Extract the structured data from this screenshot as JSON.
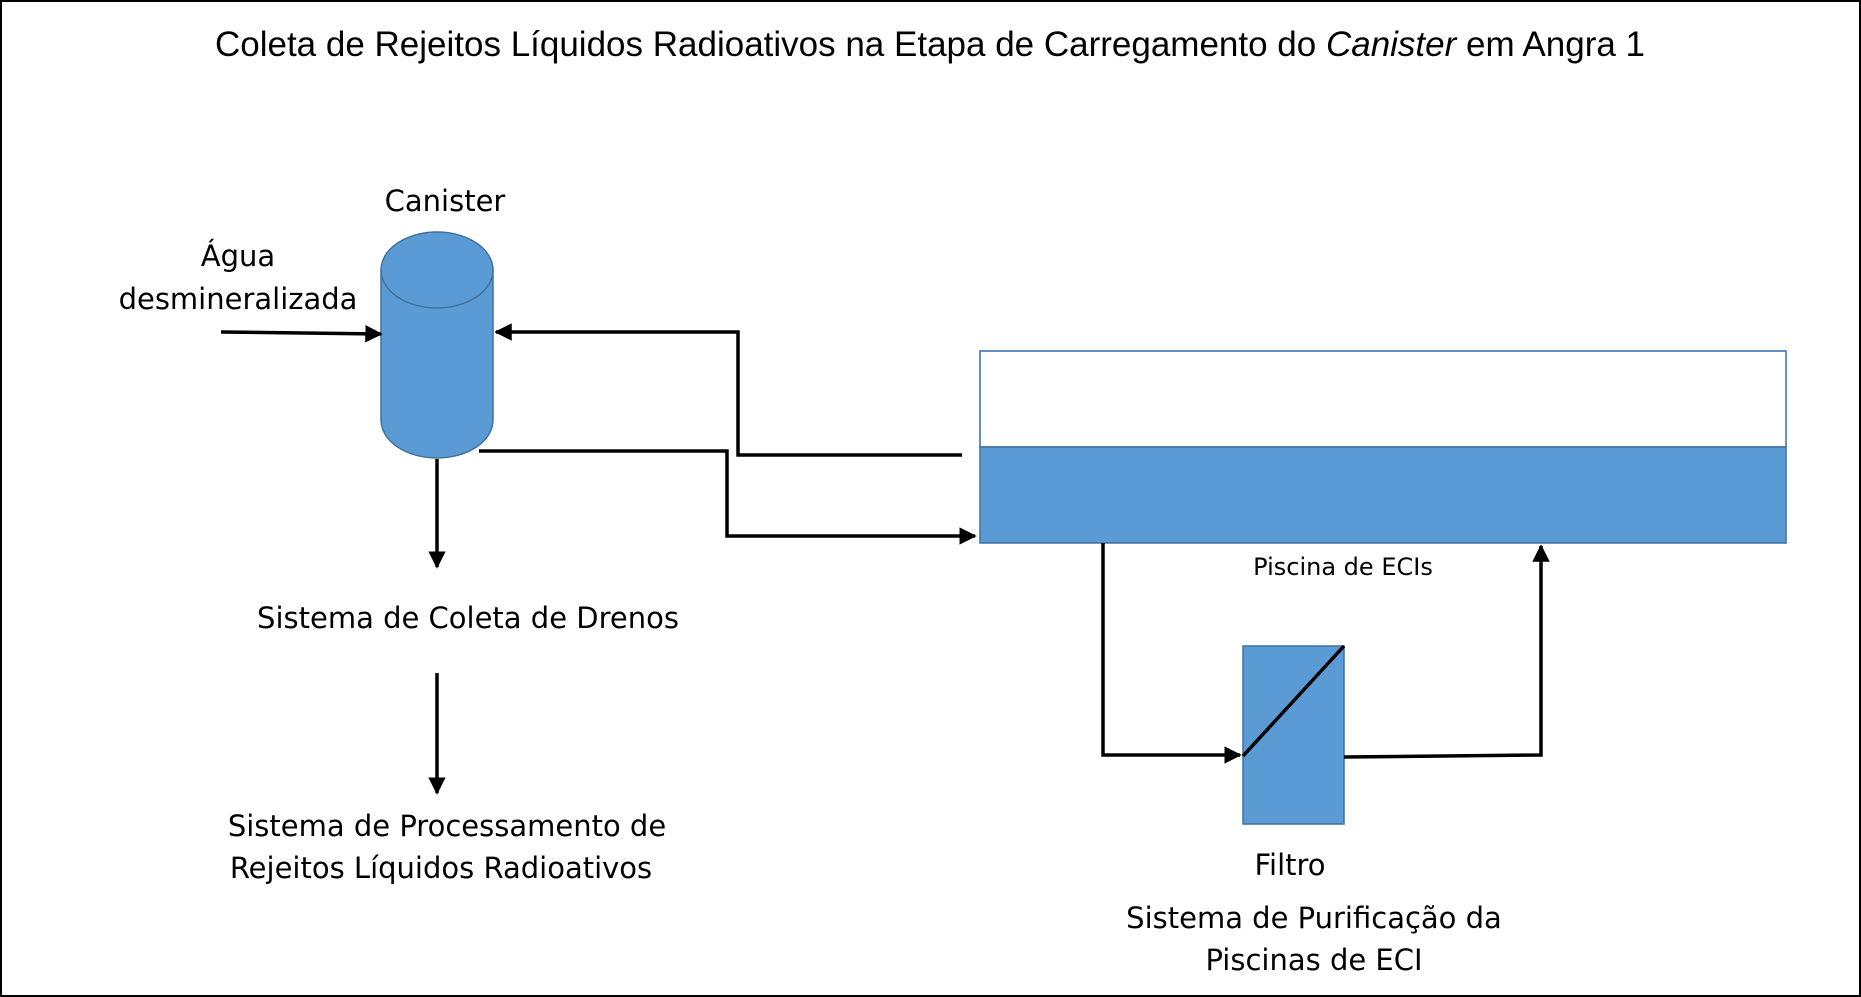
{
  "title": {
    "prefix": "Coleta de Rejeitos Líquidos Radioativos na Etapa de Carregamento do ",
    "italic": "Canister",
    "suffix": " em Angra 1"
  },
  "nodes": {
    "canister": "Canister",
    "water_line1": "Água",
    "water_line2": "desmineralizada",
    "drains": "Sistema de Coleta de Drenos",
    "processing_line1": "Sistema de Processamento de",
    "processing_line2": "Rejeitos Líquidos Radioativos",
    "pool": "Piscina de ECIs",
    "filter": "Filtro",
    "purification_line1": "Sistema de Purificação da",
    "purification_line2": "Piscinas de ECI"
  },
  "colors": {
    "equipment_fill": "#5b9bd5",
    "equipment_stroke": "#41719c",
    "pool_outline": "#2e6fb0",
    "flow_line": "#000000"
  }
}
